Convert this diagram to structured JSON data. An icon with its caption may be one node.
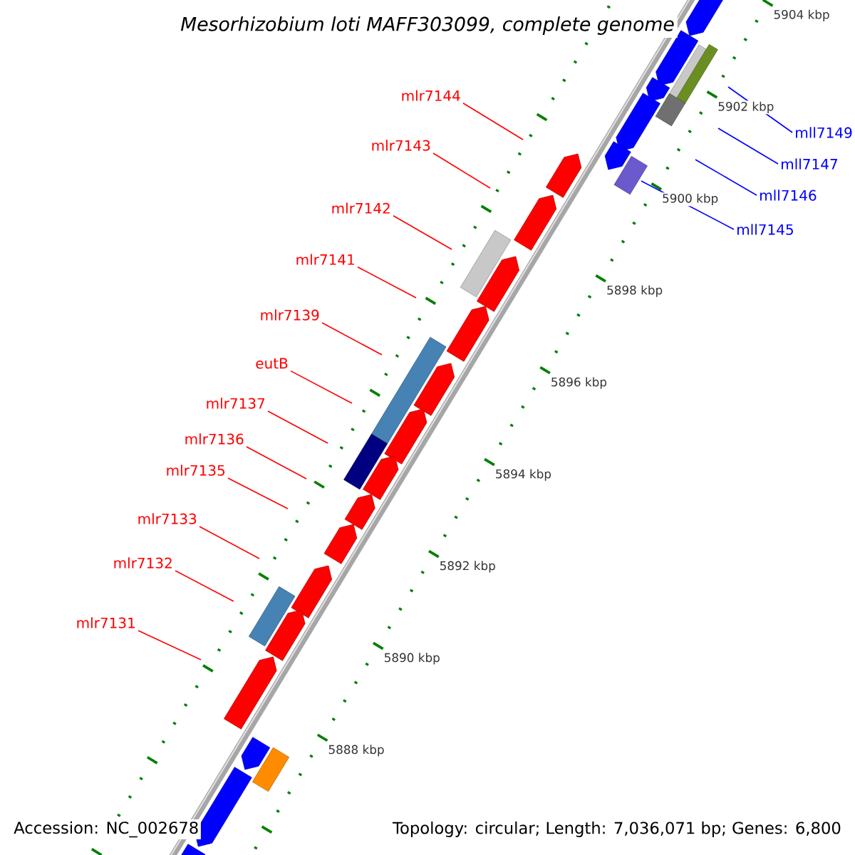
{
  "diagram": {
    "title": "Mesorhizobium loti MAFF303099, complete genome",
    "nodes": [
      {
        "text": [
          "mlr7144"
        ]
      },
      {
        "text": [
          "mll7149"
        ]
      },
      {
        "text": [
          "mlr7143"
        ]
      },
      {
        "text": [
          "mll7147"
        ]
      },
      {
        "text": [
          "mll7146"
        ]
      },
      {
        "text": [
          "mlr7142"
        ]
      },
      {
        "text": [
          "mll7145"
        ]
      },
      {
        "text": [
          "mlr7141"
        ]
      },
      {
        "text": [
          "mlr7139"
        ]
      },
      {
        "text": [
          "eutB"
        ]
      },
      {
        "text": [
          "mlr7137"
        ]
      },
      {
        "text": [
          "mlr7136"
        ]
      },
      {
        "text": [
          "mlr7135"
        ]
      },
      {
        "text": [
          "mlr7133"
        ]
      },
      {
        "text": [
          "mlr7132"
        ]
      },
      {
        "text": [
          "mlr7131"
        ]
      }
    ],
    "edges": [
      {
        "from": 0,
        "to": null,
        "arrow": "none"
      },
      {
        "from": 1,
        "to": null,
        "arrow": "none",
        "color": "#0000ff"
      },
      {
        "from": 2,
        "to": null,
        "arrow": "none"
      },
      {
        "from": 3,
        "to": null,
        "arrow": "none",
        "color": "#0000ff"
      },
      {
        "from": 4,
        "to": null,
        "arrow": "none",
        "color": "#0000ff"
      },
      {
        "from": 5,
        "to": null,
        "arrow": "none"
      },
      {
        "from": 6,
        "to": null,
        "arrow": "none",
        "color": "#0000ff"
      },
      {
        "from": 7,
        "to": null,
        "arrow": "none"
      },
      {
        "from": 8,
        "to": null,
        "arrow": "none"
      },
      {
        "from": 9,
        "to": null,
        "arrow": "none"
      },
      {
        "from": 10,
        "to": null,
        "arrow": "none"
      },
      {
        "from": 11,
        "to": null,
        "arrow": "none"
      },
      {
        "from": 12,
        "to": null,
        "arrow": "none"
      },
      {
        "from": 13,
        "to": null,
        "arrow": "none"
      },
      {
        "from": 14,
        "to": null,
        "arrow": "none"
      },
      {
        "from": 15,
        "to": null,
        "arrow": "none"
      }
    ],
    "labels": [
      "5904 kbp",
      "5902 kbp",
      "5900 kbp",
      "5898 kbp",
      "5896 kbp",
      "5894 kbp",
      "5892 kbp",
      "5890 kbp",
      "5888 kbp",
      "Accession: NC_002678",
      "Topology: circular; Length: 7,036,071 bp; Genes: 6,800"
    ]
  }
}
